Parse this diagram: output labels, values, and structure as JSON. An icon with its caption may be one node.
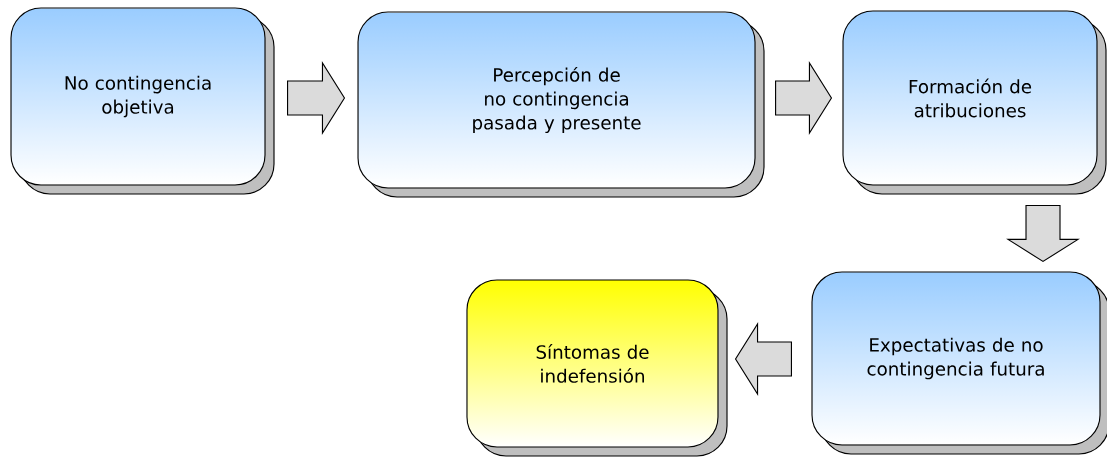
{
  "diagram": {
    "nodes": [
      {
        "text": [
          "No contingencia objetiva"
        ]
      },
      {
        "text": [
          "Percepción de no contingencia pasada y presente"
        ]
      },
      {
        "text": [
          "Formación de atribuciones"
        ]
      },
      {
        "text": [
          "Expectativas de no contingencia futura"
        ]
      },
      {
        "text": [
          "Síntomas de indefensión"
        ]
      }
    ],
    "edges": [
      {
        "from": 0,
        "to": 1,
        "arrow": "to"
      },
      {
        "from": 1,
        "to": 2,
        "arrow": "to"
      },
      {
        "from": 2,
        "to": 3,
        "arrow": "to"
      },
      {
        "from": 3,
        "to": 4,
        "arrow": "to"
      }
    ]
  }
}
